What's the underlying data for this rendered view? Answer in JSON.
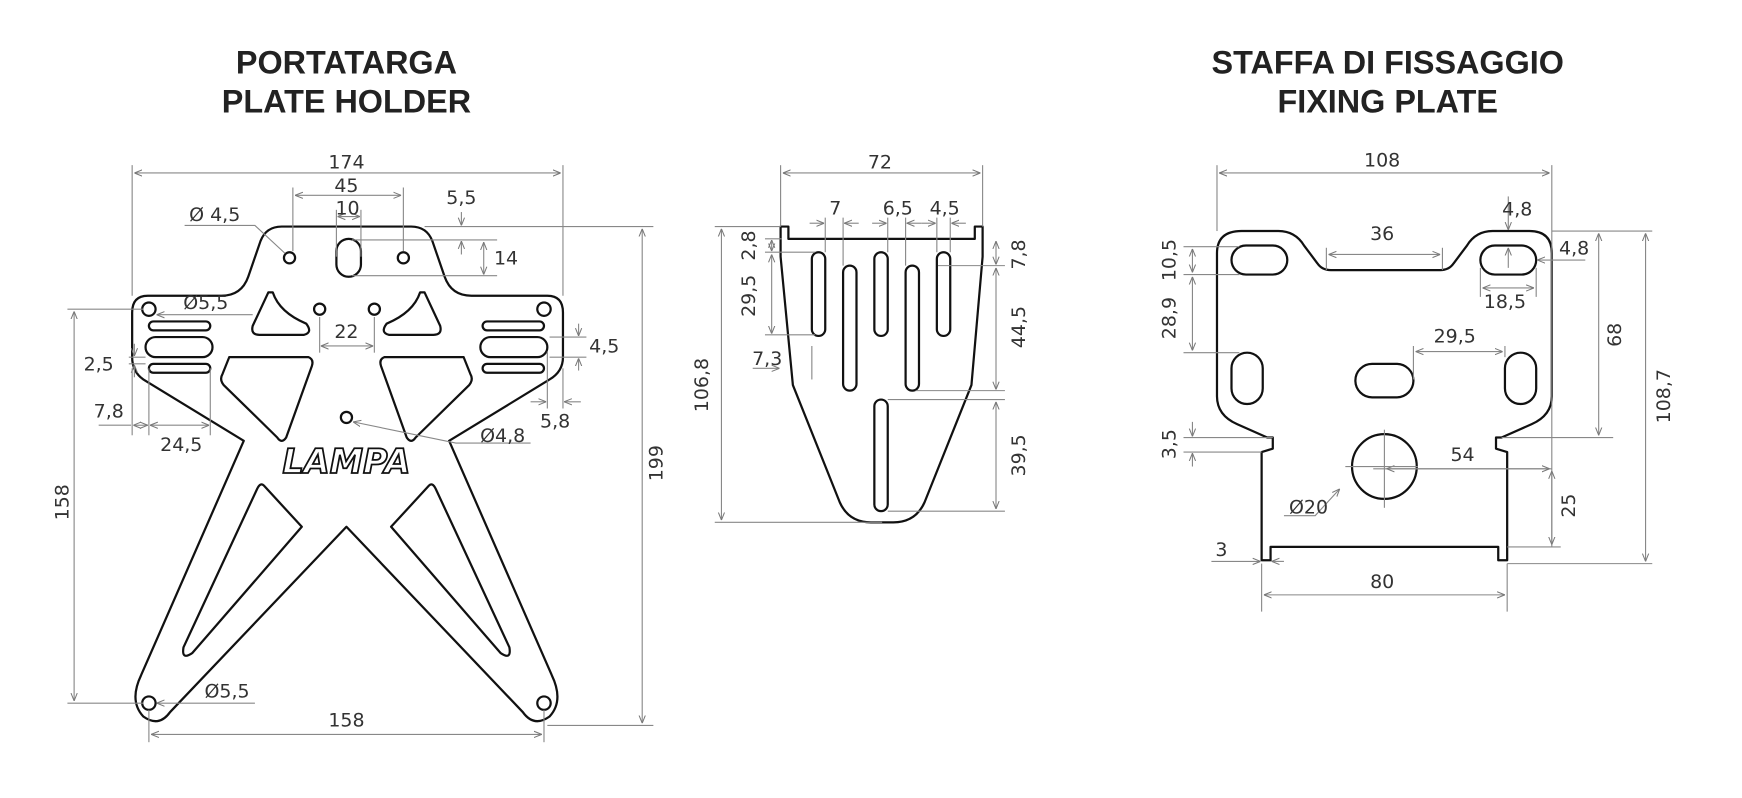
{
  "plate_holder": {
    "title_it": "PORTATARGA",
    "title_en": "PLATE HOLDER",
    "logo": "LAMPA",
    "dims": {
      "width_total": "174",
      "hole_spacing_top": "45",
      "slot_width": "10",
      "slot_offset": "5,5",
      "slot_height": "14",
      "hole_top_dia": "Ø 4,5",
      "hole_side_dia": "Ø5,5",
      "hole_mid_spacing": "22",
      "side_slot_height": "4,5",
      "slot_gap": "2,5",
      "edge_offset": "7,8",
      "side_slot_length": "24,5",
      "right_offset": "5,8",
      "center_hole_dia": "Ø4,8",
      "height_holes": "158",
      "height_total": "199",
      "hole_bottom_dia": "Ø5,5",
      "bottom_hole_spacing": "158"
    }
  },
  "middle_part": {
    "dims": {
      "width": "72",
      "slot_a": "7",
      "slot_b": "6,5",
      "slot_c": "4,5",
      "top_offset": "2,8",
      "short_slot": "29,5",
      "edge": "7,3",
      "height": "106,8",
      "right_top": "7,8",
      "long_slot": "44,5",
      "bottom_slot": "39,5"
    }
  },
  "fixing_plate": {
    "title_it": "STAFFA DI FISSAGGIO",
    "title_en": "FIXING PLATE",
    "dims": {
      "width": "108",
      "notch": "36",
      "slot_top_offset": "4,8",
      "slot_right_offset": "4,8",
      "slot_length": "18,5",
      "center_spacing": "29,5",
      "hole_to_edge": "54",
      "big_hole_dia": "Ø20",
      "slot_height_left": "10,5",
      "slot_spacing_left": "28,9",
      "step": "3,5",
      "tab": "3",
      "bottom_width": "80",
      "height_68": "68",
      "height_total": "108,7",
      "hole_to_bottom": "25"
    }
  }
}
